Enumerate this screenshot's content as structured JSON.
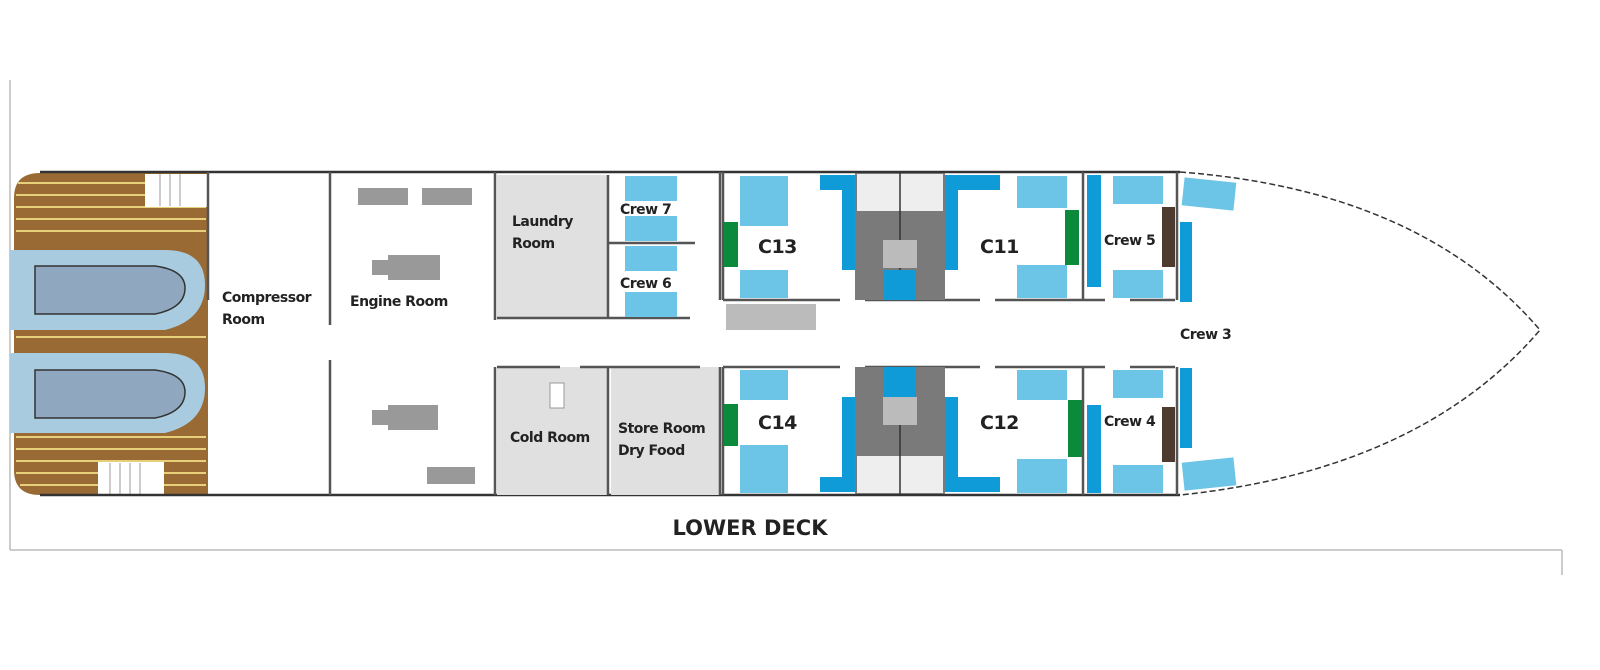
{
  "title": "LOWER DECK",
  "rooms": {
    "compressor": [
      "Compressor",
      "Room"
    ],
    "engine": "Engine Room",
    "laundry": [
      "Laundry",
      "Room"
    ],
    "crew7": "Crew 7",
    "crew6": "Crew 6",
    "c13": "C13",
    "c11": "C11",
    "crew5": "Crew 5",
    "crew3": "Crew 3",
    "cold": "Cold Room",
    "store": [
      "Store Room",
      "Dry Food"
    ],
    "c14": "C14",
    "c12": "C12",
    "crew4": "Crew 4"
  },
  "colors": {
    "bed": "#6cc4e6",
    "wardrobe": "#0f9ad8",
    "desk": "#0b8a3c",
    "deck": "#9a6a34",
    "tender": "#a8cbe0",
    "service": "#e0e0e0",
    "bath": "#7a7a7a"
  }
}
